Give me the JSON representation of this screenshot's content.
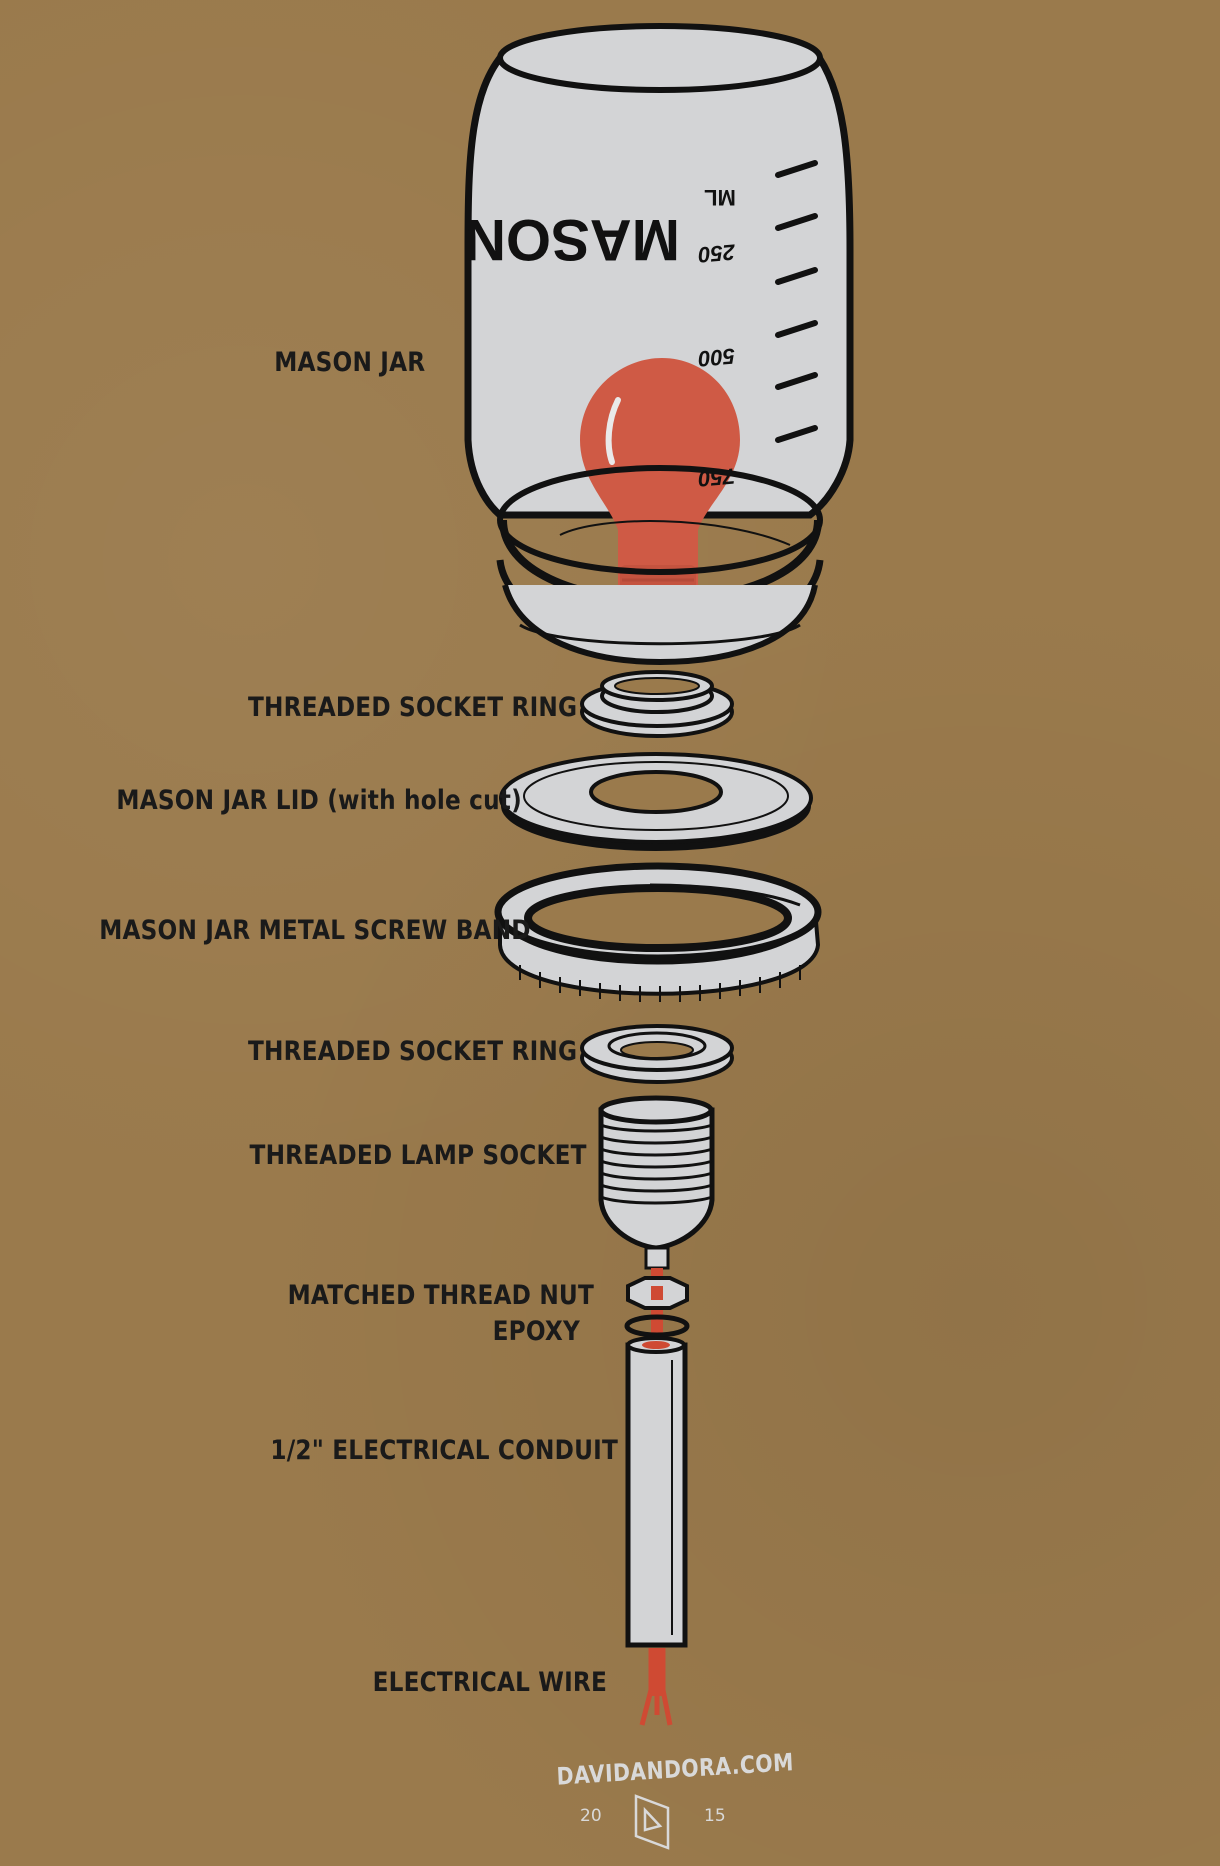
{
  "labels": {
    "mason_jar": "MASON JAR",
    "socket_ring_top": "THREADED SOCKET RING",
    "lid": "MASON JAR LID (with hole cut)",
    "screw_band": "MASON JAR METAL SCREW BAND",
    "socket_ring_bottom": "THREADED SOCKET RING",
    "lamp_socket": "THREADED LAMP SOCKET",
    "thread_nut": "MATCHED THREAD NUT",
    "epoxy": "EPOXY",
    "conduit": "1/2\" ELECTRICAL CONDUIT",
    "wire": "ELECTRICAL WIRE"
  },
  "jar": {
    "brand": "MASON",
    "unit": "ML",
    "marks": [
      "250",
      "500",
      "750"
    ]
  },
  "footer": {
    "url": "DAVIDANDORA.COM",
    "year_left": "20",
    "year_right": "15"
  },
  "colors": {
    "background": "#9a7a4c",
    "metal": "#d3d4d6",
    "outline": "#111111",
    "bulb": "#cf5a45"
  }
}
